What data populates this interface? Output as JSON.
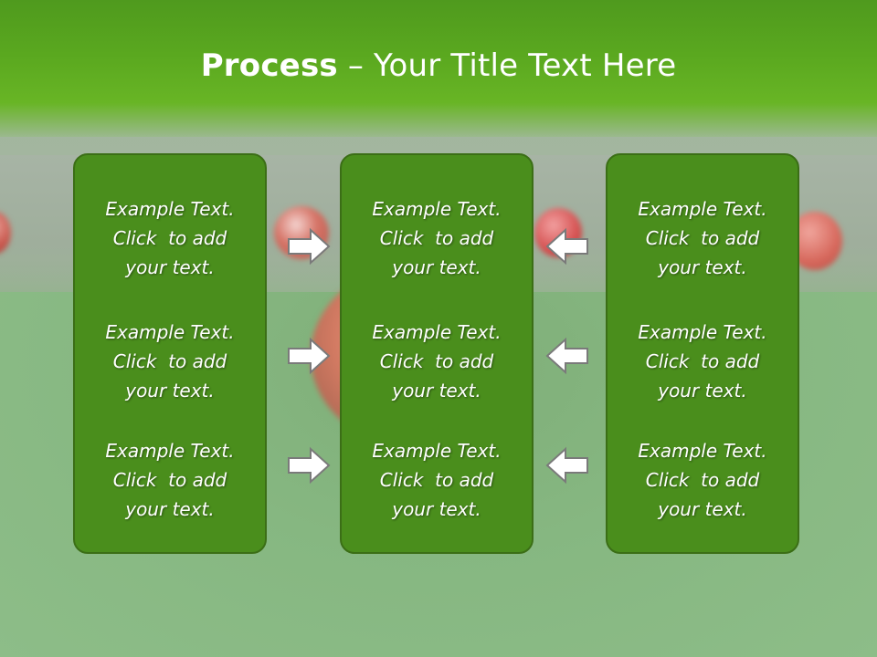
{
  "slide": {
    "title_bold": "Process",
    "title_rest": " – Your Title Text Here",
    "columns": [
      {
        "items": [
          {
            "line1": "Example Text.",
            "line2": "Click  to add",
            "line3": "your text."
          },
          {
            "line1": "Example Text.",
            "line2": "Click  to add",
            "line3": "your text."
          },
          {
            "line1": "Example Text.",
            "line2": "Click  to add",
            "line3": "your text."
          }
        ]
      },
      {
        "items": [
          {
            "line1": "Example Text.",
            "line2": "Click  to add",
            "line3": "your text."
          },
          {
            "line1": "Example Text.",
            "line2": "Click  to add",
            "line3": "your text."
          },
          {
            "line1": "Example Text.",
            "line2": "Click  to add",
            "line3": "your text."
          }
        ]
      },
      {
        "items": [
          {
            "line1": "Example Text.",
            "line2": "Click  to add",
            "line3": "your text."
          },
          {
            "line1": "Example Text.",
            "line2": "Click  to add",
            "line3": "your text."
          },
          {
            "line1": "Example Text.",
            "line2": "Click  to add",
            "line3": "your text."
          }
        ]
      }
    ],
    "arrows": {
      "left_group": [
        "right-arrow-icon",
        "right-arrow-icon",
        "right-arrow-icon"
      ],
      "right_group": [
        "left-arrow-icon",
        "left-arrow-icon",
        "left-arrow-icon"
      ]
    },
    "colors": {
      "header_green": "#5aa81f",
      "box_fill": "#4a8e1c",
      "box_border": "#3b6e16",
      "text": "#ffffff"
    }
  }
}
